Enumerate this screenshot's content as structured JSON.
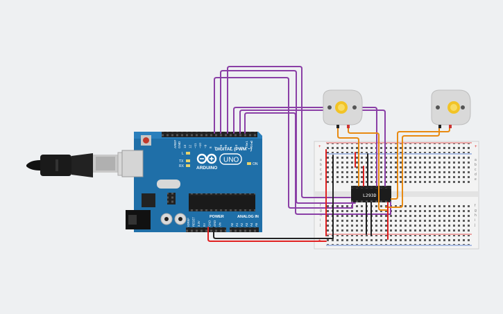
{
  "scene": "circuit-canvas",
  "colors": {
    "background": "#eef0f2",
    "board": "#1f6fa8",
    "board_dark": "#17598a",
    "wire_purple": "#8a3fa6",
    "wire_orange": "#e88a12",
    "wire_red": "#e02020",
    "wire_black": "#222222",
    "breadboard": "#f3f3f3",
    "motor_body": "#d9d9d9",
    "motor_gear": "#f2c326"
  },
  "arduino": {
    "brand": "ARDUINO",
    "model": "UNO",
    "digital_label": "DIGITAL (PWM ~)",
    "power_label": "POWER",
    "analog_label": "ANALOG IN",
    "led_l": "L",
    "led_tx": "TX",
    "led_rx": "RX",
    "on_label": "ON",
    "aref": "AREF",
    "gnd": "GND",
    "digital_pins": [
      "13",
      "12",
      "~11",
      "~10",
      "~9",
      "8",
      "7",
      "~6",
      "~5",
      "4",
      "~3",
      "2",
      "TX▸1",
      "RX◂0"
    ],
    "power_pins": [
      "IOREF",
      "RESET",
      "3.3V",
      "5V",
      "GND",
      "GND",
      "Vin"
    ],
    "analog_pins": [
      "A0",
      "A1",
      "A2",
      "A3",
      "A4",
      "A5"
    ]
  },
  "ic": {
    "label": "L293D"
  },
  "breadboard": {
    "letters_top": [
      "a",
      "b",
      "c",
      "d",
      "e"
    ],
    "letters_bottom": [
      "f",
      "g",
      "h",
      "i",
      "j"
    ]
  },
  "icons": {
    "usb": "usb-cable-icon",
    "motor": "dc-motor-icon",
    "reset": "reset-button-icon"
  }
}
